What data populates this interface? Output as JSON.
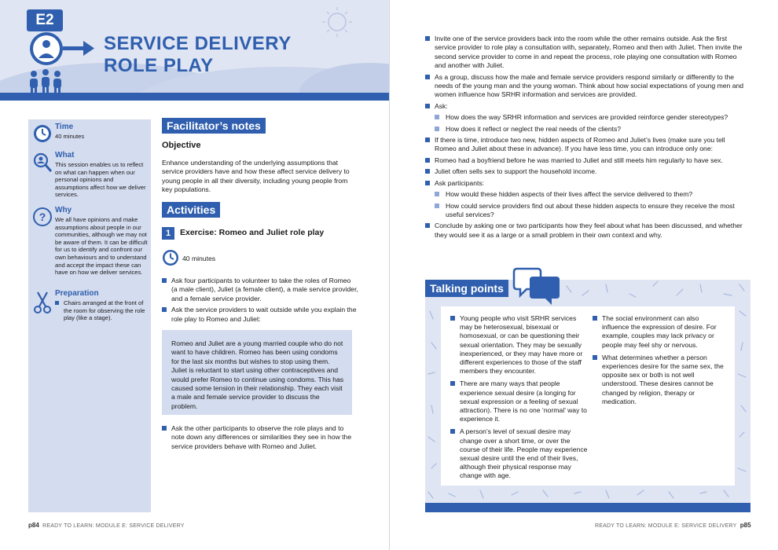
{
  "header": {
    "module_code": "E2",
    "title_line1": "SERVICE DELIVERY",
    "title_line2": "ROLE PLAY"
  },
  "sidebar": {
    "time": {
      "title": "Time",
      "text": "40 minutes",
      "icon": "clock-icon"
    },
    "what": {
      "title": "What",
      "text": "This session enables us to reflect on what can happen when our personal opinions and assumptions affect how we deliver services.",
      "icon": "magnifier-icon"
    },
    "why": {
      "title": "Why",
      "text": "We all have opinions and make assumptions about people in our communities, although we may not be aware of them. It can be difficult for us to identify and confront our own behaviours and to understand and accept the impact these can have on how we deliver services.",
      "icon": "question-icon"
    },
    "preparation": {
      "title": "Preparation",
      "items": [
        "Chairs arranged at the front of the room for observing the role play (like a stage)."
      ],
      "icon": "scissors-icon"
    }
  },
  "facilitator": {
    "heading": "Facilitator’s notes",
    "objective_heading": "Objective",
    "objective_text": "Enhance understanding of the underlying assumptions that service providers have and how these affect service delivery to young people in all their diversity, including young people from key populations."
  },
  "activities": {
    "heading": "Activities",
    "exercise_number": "1",
    "exercise_title": "Exercise: Romeo and Juliet role play",
    "duration": "40 minutes",
    "steps_before": [
      "Ask four participants to volunteer to take the roles of Romeo (a male client), Juliet (a female client), a male service provider, and a female service provider.",
      "Ask the service providers to wait outside while you explain the role play to Romeo and Juliet:"
    ],
    "story": "Romeo and Juliet are a young married couple who do not want to have children. Romeo has been using condoms for the last six months but wishes to stop using them. Juliet is reluctant to start using other contraceptives and would prefer Romeo to continue using condoms. This has caused some tension in their relationship. They each visit a male and female service provider to discuss the problem.",
    "steps_after": [
      "Ask the other participants to observe the role plays and to note down any differences or similarities they see in how the service providers behave with Romeo and Juliet."
    ]
  },
  "right_steps": [
    "Invite one of the service providers back into the room while the other remains outside. Ask the first service provider to role play a consultation with, separately, Romeo and then with Juliet. Then invite the second service provider to come in and repeat the process, role playing one consultation with Romeo and another with Juliet.",
    "As a group, discuss how the male and female service providers respond similarly or differently to the needs of the young man and the young woman. Think about how social expectations of young men and women influence how SRHR information and services are provided.",
    "Ask:",
    "How does the way SRHR information and services are provided reinforce gender stereotypes?",
    "How does it reflect or neglect the real needs of the clients?",
    "If there is time, introduce two new, hidden aspects of Romeo and Juliet’s lives (make sure you tell Romeo and Juliet about these in advance). If you have less time, you can introduce only one:",
    "Romeo had a boyfriend before he was married to Juliet and still meets him regularly to have sex.",
    "Juliet often sells sex to support the household income.",
    "Ask participants:",
    "How would these hidden aspects of their lives affect the service delivered to them?",
    "How could service providers find out about these hidden aspects to ensure they receive the most useful services?",
    "Conclude by asking one or two participants how they feel about what has been discussed, and whether they would see it as a large or a small problem in their own context and why."
  ],
  "talking_points": {
    "heading": "Talking points",
    "left": [
      "Young people who visit SRHR services may be heterosexual, bisexual or homosexual, or can be questioning their sexual orientation. They may be sexually inexperienced, or they may have more or different experiences to those of the staff members they encounter.",
      "There are many ways that people experience sexual desire (a longing for sexual expression or a feeling of sexual attraction). There is no one ‘normal’ way to experience it.",
      "A person’s level of sexual desire may change over a short time, or over the course of their life. People may experience sexual desire until the end of their lives, although their physical response may change with age."
    ],
    "right": [
      "The social environment can also influence the expression of desire. For example, couples may lack privacy or people may feel shy or nervous.",
      "What determines whether a person experiences desire for the same sex, the opposite sex or both is not well understood. These desires cannot be changed by religion, therapy or medication."
    ]
  },
  "footer": {
    "left_page": "p84",
    "left_text": "READY TO LEARN: MODULE E: SERVICE DELIVERY",
    "right_text": "READY TO LEARN: MODULE E: SERVICE DELIVERY",
    "right_page": "p85"
  },
  "colors": {
    "brand_blue": "#2f5fae",
    "light_blue": "#d4dcef",
    "pale_blue": "#dfe5f2"
  }
}
